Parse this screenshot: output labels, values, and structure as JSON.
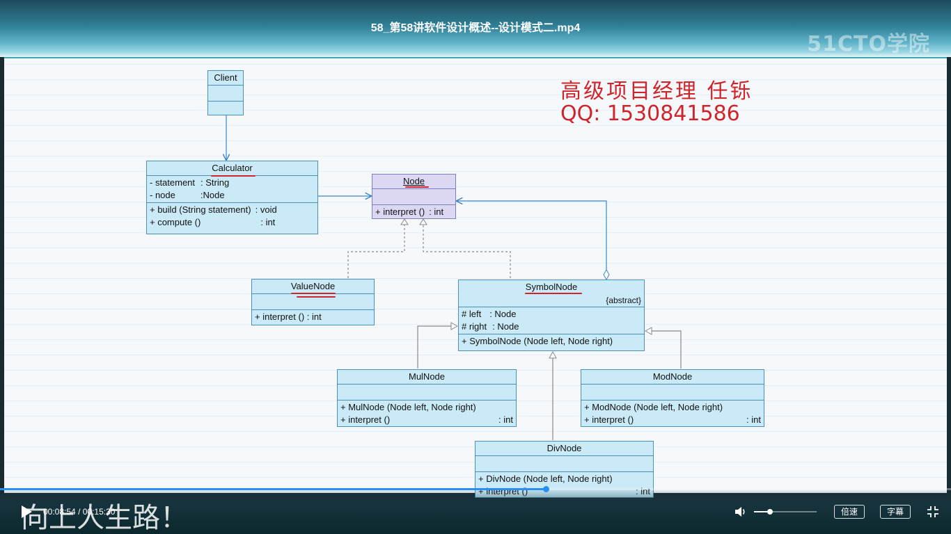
{
  "video": {
    "title": "58_第58讲软件设计概述--设计模式二.mp4",
    "logo_text": "51CTO学院",
    "time_current": "00:08:54",
    "time_total": "00:15:30",
    "progress": 0.574,
    "volume": 0.25
  },
  "slide": {
    "author_line": "高级项目经理   任铄",
    "qq_line": "QQ: 1530841586",
    "classes": {
      "client": {
        "name": "Client"
      },
      "calculator": {
        "name": "Calculator",
        "attrs": [
          {
            "n": "- statement",
            "t": ": String"
          },
          {
            "n": "- node",
            "t": ":Node"
          }
        ],
        "ops": [
          {
            "n": "+ build (String statement)",
            "t": ": void"
          },
          {
            "n": "+ compute ()",
            "t": ": int"
          }
        ]
      },
      "node": {
        "name": "Node",
        "ops": [
          {
            "n": "+ interpret ()",
            "t": ": int"
          }
        ]
      },
      "valuenode": {
        "name": "ValueNode",
        "ops": [
          {
            "n": "+ interpret () : int",
            "t": ""
          }
        ]
      },
      "symbolnode": {
        "name": "SymbolNode",
        "stereotype": "{abstract}",
        "attrs": [
          {
            "n": "# left",
            "t": ": Node"
          },
          {
            "n": "# right",
            "t": ": Node"
          }
        ],
        "ops": [
          {
            "n": "+ SymbolNode (Node left, Node right)",
            "t": ""
          }
        ]
      },
      "mulnode": {
        "name": "MulNode",
        "ops": [
          {
            "n": "+ MulNode (Node left, Node right)",
            "t": ""
          },
          {
            "n": "+ interpret ()",
            "t": ": int"
          }
        ]
      },
      "modnode": {
        "name": "ModNode",
        "ops": [
          {
            "n": "+ ModNode (Node left, Node right)",
            "t": ""
          },
          {
            "n": "+ interpret ()",
            "t": ": int"
          }
        ]
      },
      "divnode": {
        "name": "DivNode",
        "ops": [
          {
            "n": "+ DivNode (Node left, Node right)",
            "t": ""
          },
          {
            "n": "+ interpret ()",
            "t": ": int"
          }
        ]
      }
    },
    "overlay_text": "向上人生路！"
  },
  "controls": {
    "speed_label": "倍速",
    "subtitle_label": "字幕"
  },
  "colors": {
    "accent": "#2a8ff5",
    "author_red": "#d1232a",
    "class_fill": "#c9eaf6",
    "abstract_fill": "#dcd8f4"
  }
}
